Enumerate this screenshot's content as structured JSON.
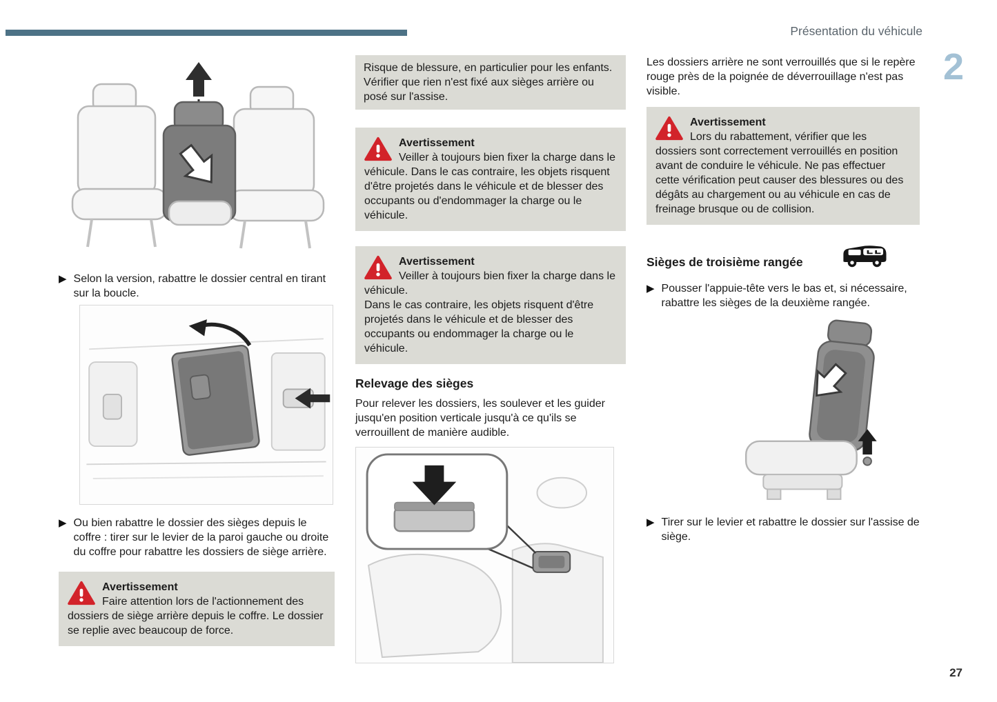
{
  "header": {
    "title": "Présentation du véhicule",
    "chapter": "2"
  },
  "footer": {
    "page_number": "27"
  },
  "colors": {
    "accent_bar": "#4d7286",
    "chapter_number_blue": "#a3c1d5",
    "warning_box_bg": "#dbdbd5",
    "warning_triangle_red": "#d2232a",
    "body_text": "#1b1b1b"
  },
  "left": {
    "step1": "Selon la version, rabattre le dossier central en tirant sur la boucle.",
    "step2": "Ou bien rabattre le dossier des sièges depuis le coffre : tirer sur le levier de la paroi gauche ou droite du coffre pour rabattre les dossiers de siège arrière.",
    "warning": {
      "title": "Avertissement",
      "body": "Faire attention lors de l'actionnement des dossiers de siège arrière depuis le coffre. Le dossier se replie avec beaucoup de force."
    },
    "illustrations": {
      "seats": "rear bench with three seats, centre backrest folding, up arrow",
      "trunk": "luggage compartment with folded backrest and release lever arrows"
    }
  },
  "middle": {
    "note": "Risque de blessure, en particulier pour les enfants.\nVérifier que rien n'est fixé aux sièges arrière ou posé sur l'assise.",
    "warning1": {
      "title": "Avertissement",
      "body": "Veiller à toujours bien fixer la charge dans le véhicule. Dans le cas contraire, les objets risquent d'être projetés dans le véhicule et de blesser des occupants ou d'endommager la charge ou le véhicule."
    },
    "warning2": {
      "title": "Avertissement",
      "body": "Veiller à toujours bien fixer la charge dans le véhicule.\nDans le cas contraire, les objets risquent d'être projetés dans le véhicule et de blesser des occupants ou endommager la charge ou le véhicule."
    },
    "section_title": "Relevage des sièges",
    "paragraph": "Pour relever les dossiers, les soulever et les guider jusqu'en position verticale jusqu'à ce qu'ils se verrouillent de manière audible.",
    "illustrations": {
      "latch": "magnified release handle with down arrow and latch location on seat"
    }
  },
  "right": {
    "intro": "Les dossiers arrière ne sont verrouillés que si le repère rouge près de la poignée de déverrouillage n'est pas visible.",
    "warning": {
      "title": "Avertissement",
      "body": "Lors du rabattement, vérifier que les dossiers sont correctement verrouillés en position avant de conduire le véhicule. Ne pas effectuer cette vérification peut causer des blessures ou des dégâts au chargement ou au véhicule en cas de freinage brusque ou de collision."
    },
    "section_title": "Sièges de troisième rangée",
    "step1": "Pousser l'appuie-tête vers le bas et, si nécessaire, rabattre les sièges de la deuxième rangée.",
    "step2": "Tirer sur le levier et rabattre le dossier sur l'assise de siège.",
    "illustrations": {
      "seat": "third-row seat with fold-down arrow on backrest and lever arrow",
      "van": "minivan pictogram"
    }
  }
}
